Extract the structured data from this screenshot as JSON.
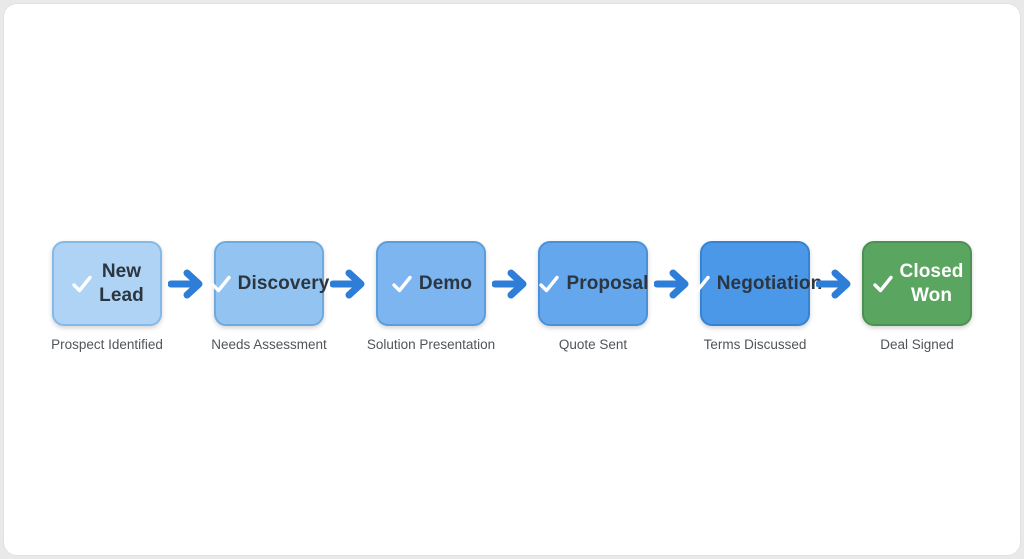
{
  "diagram": {
    "type": "sales-pipeline-flow",
    "arrow_color": "#2e7ed8",
    "check_icon_color": "#ffffff",
    "card_background": "#ffffff",
    "page_background": "#e9e9e9",
    "stages": [
      {
        "id": "new-lead",
        "label": "New\nLead",
        "sublabel": "Prospect Identified",
        "fill": "#aed3f4",
        "border": "#85b9e8",
        "text_color": "#2b3641",
        "icon": null
      },
      {
        "id": "discovery",
        "label": "Discovery",
        "sublabel": "Needs Assessment",
        "fill": "#93c4f1",
        "border": "#6faade",
        "text_color": "#2b3641",
        "icon": null
      },
      {
        "id": "demo",
        "label": "Demo",
        "sublabel": "Solution Presentation",
        "fill": "#7cb5ef",
        "border": "#5c9edc",
        "text_color": "#2b3641",
        "icon": null
      },
      {
        "id": "proposal",
        "label": "Proposal",
        "sublabel": "Quote Sent",
        "fill": "#64a7ec",
        "border": "#4a91d9",
        "text_color": "#2b3641",
        "icon": null
      },
      {
        "id": "negotiation",
        "label": "Negotiation",
        "sublabel": "Terms Discussed",
        "fill": "#4b98e9",
        "border": "#3583d4",
        "text_color": "#2b3641",
        "icon": null
      },
      {
        "id": "closed-won",
        "label": "Closed\nWon",
        "sublabel": "Deal Signed",
        "fill": "#5aa55f",
        "border": "#4c9152",
        "text_color": "#ffffff",
        "icon": "check-icon"
      }
    ]
  }
}
